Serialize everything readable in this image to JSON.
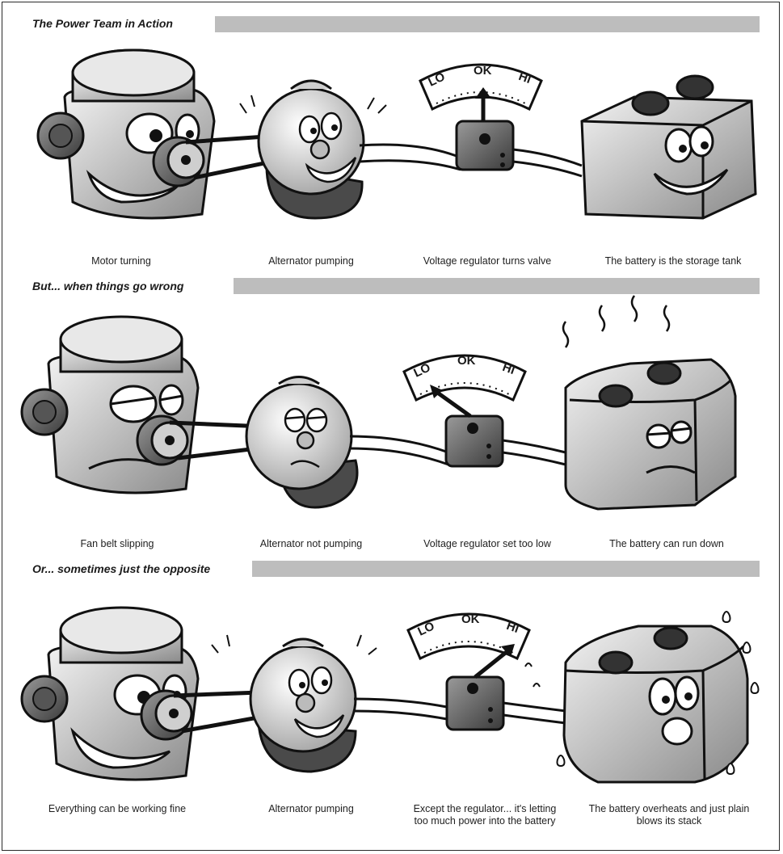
{
  "sections": [
    {
      "title": "The Power Team in Action",
      "captions": [
        "Motor turning",
        "Alternator pumping",
        "Voltage regulator turns valve",
        "The battery is the storage tank"
      ],
      "gauge_state": "OK"
    },
    {
      "title": "But... when things go wrong",
      "captions": [
        "Fan belt slipping",
        "Alternator not pumping",
        "Voltage regulator set too low",
        "The battery can run down"
      ],
      "gauge_state": "LO"
    },
    {
      "title": "Or... sometimes just the opposite",
      "captions": [
        "Everything can be working fine",
        "Alternator pumping",
        "Except the regulator... it's letting too much power into the battery",
        "The battery overheats and just plain blows its stack"
      ],
      "gauge_state": "HI"
    }
  ],
  "gauge_labels": {
    "lo": "LO",
    "ok": "OK",
    "hi": "HI"
  },
  "colors": {
    "bar": "#bdbdbd",
    "ink": "#1a1a1a"
  }
}
